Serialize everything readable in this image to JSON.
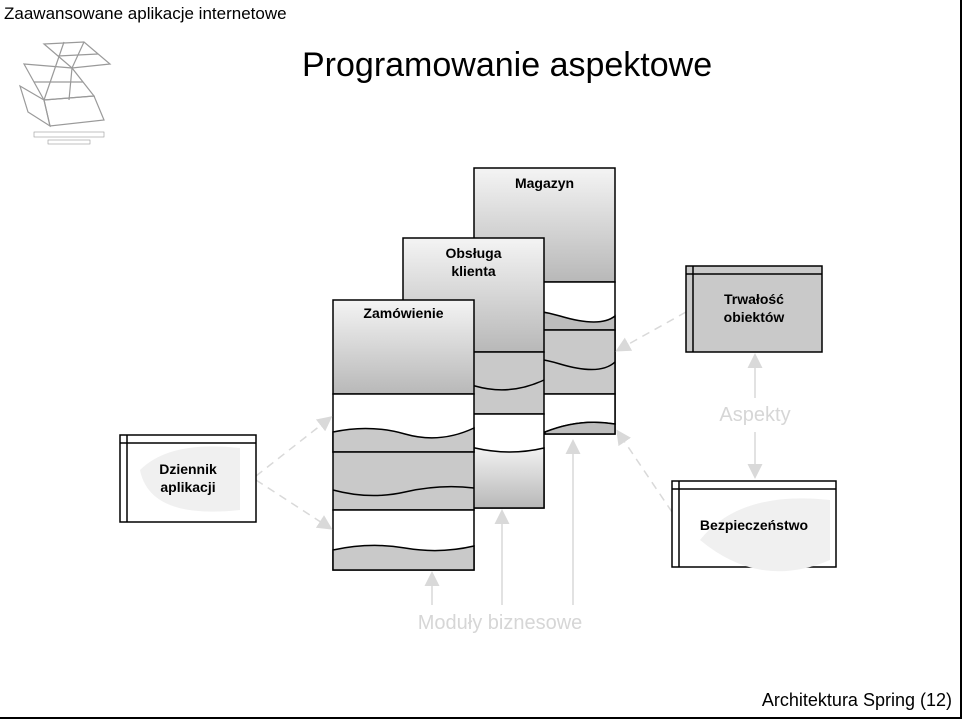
{
  "header": {
    "course_title": "Zaawansowane aplikacje internetowe",
    "slide_title": "Programowanie aspektowe"
  },
  "footer": {
    "text": "Architektura Spring (12)"
  },
  "modules": [
    {
      "label": "Magazyn"
    },
    {
      "label": "Obsługa\nklienta"
    },
    {
      "label": "Zamówienie"
    }
  ],
  "aspects": [
    {
      "label": "Dziennik\naplikacji"
    },
    {
      "label": "Trwałość\nobiektów"
    },
    {
      "label": "Bezpieczeństwo"
    }
  ],
  "labels": {
    "aspects_caption": "Aspekty",
    "modules_caption": "Moduły biznesowe"
  },
  "colors": {
    "module_gradient_top": "#f4f4f4",
    "module_gradient_bottom": "#b8b8b8",
    "caption_gray": "#d6d6d6",
    "arrow_gray": "#d9d9d9"
  }
}
